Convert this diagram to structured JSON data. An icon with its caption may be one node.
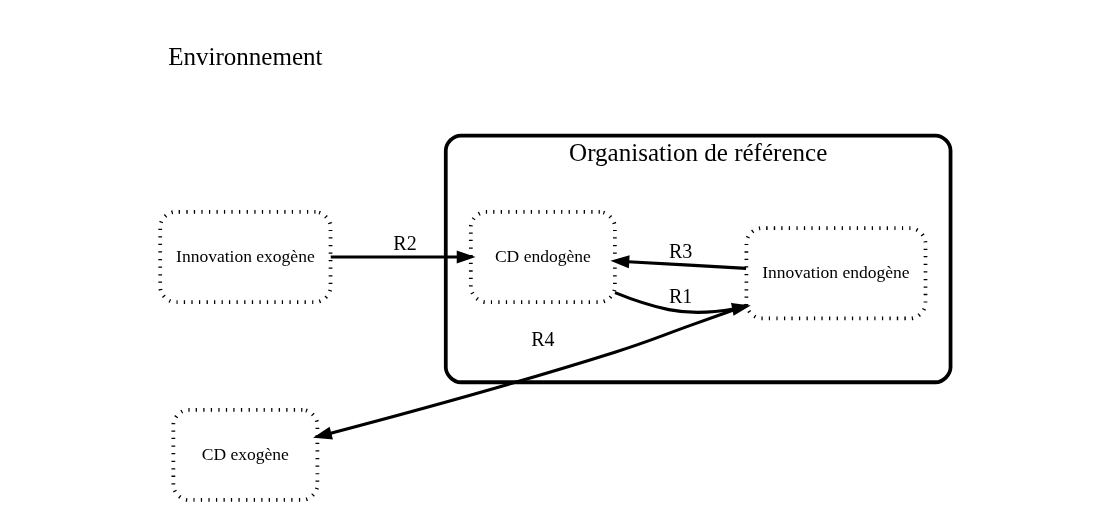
{
  "diagram": {
    "nodes": [
      {
        "text": [
          "Innovation exogène"
        ]
      },
      {
        "text": [
          "Organisation de référence"
        ]
      },
      {
        "text": [
          "CD endogène"
        ],
        "in": 1
      },
      {
        "text": [
          "Innovation endogène"
        ],
        "in": 1
      },
      {
        "text": [
          "CD exogène"
        ]
      }
    ],
    "edges": [
      {
        "from": 0,
        "to": 2,
        "arrow": "to",
        "label": "R2"
      },
      {
        "from": 2,
        "to": 3,
        "arrow": "to",
        "label": "R1"
      },
      {
        "from": 3,
        "to": 2,
        "arrow": "to",
        "label": "R3"
      },
      {
        "from": 3,
        "to": 4,
        "arrow": "to",
        "label": "R4"
      }
    ],
    "labels": [
      "Environnement"
    ]
  }
}
